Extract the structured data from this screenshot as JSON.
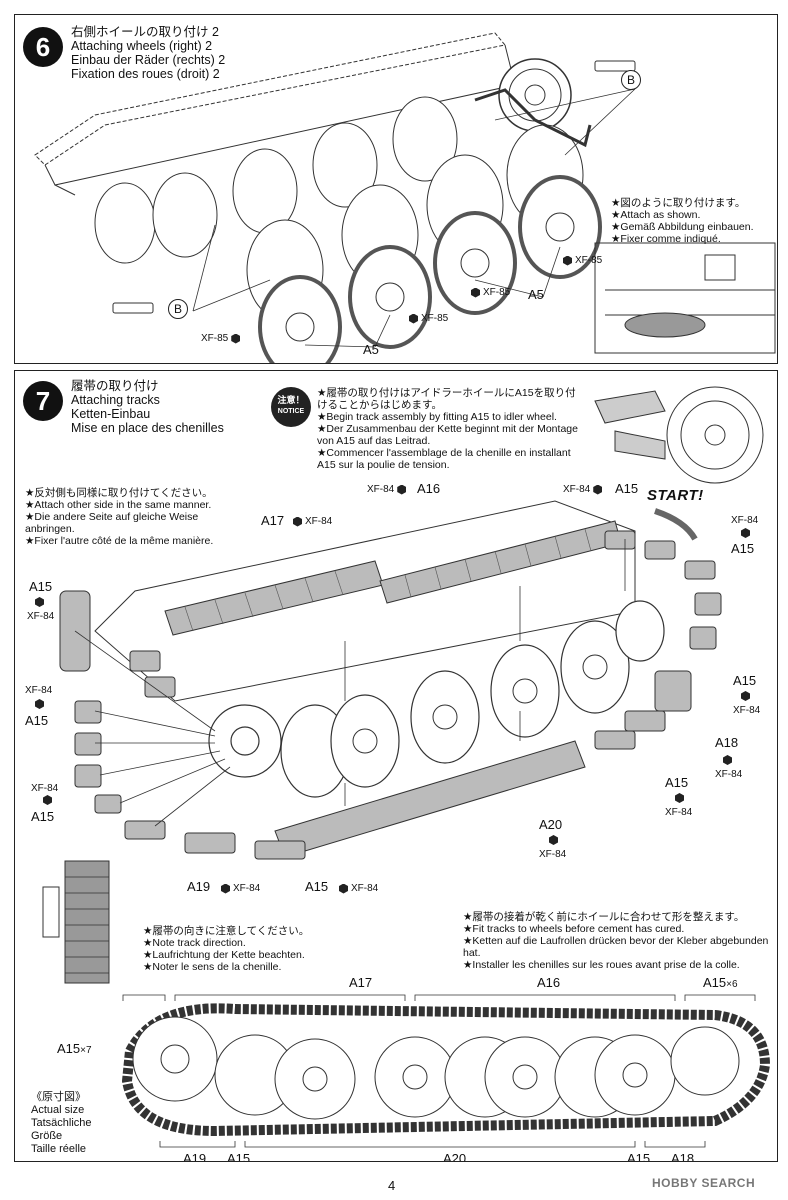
{
  "step6": {
    "number": "6",
    "title_jp": "右側ホイールの取り付け 2",
    "title_en": "Attaching wheels (right) 2",
    "title_de": "Einbau der Räder (rechts) 2",
    "title_fr": "Fixation des roues (droit) 2",
    "note_jp": "★図のように取り付けます。",
    "note_en": "★Attach as shown.",
    "note_de": "★Gemäß Abbildung einbauen.",
    "note_fr": "★Fixer comme indiqué.",
    "part_b": "B",
    "paint_xf85": "XF-85",
    "part_a5": "A5"
  },
  "step7": {
    "number": "7",
    "title_jp": "履帯の取り付け",
    "title_en": "Attaching tracks",
    "title_de": "Ketten-Einbau",
    "title_fr": "Mise en place des chenilles",
    "notice_jp": "注意！",
    "notice_en": "NOTICE",
    "notice_text_jp": "★履帯の取り付けはアイドラーホイールにA15を取り付けることからはじめます。",
    "notice_text_en": "★Begin track assembly by fitting A15 to idler wheel.",
    "notice_text_de": "★Der Zusammenbau der Kette beginnt mit der Montage von A15 auf das Leitrad.",
    "notice_text_fr": "★Commencer l'assemblage de la chenille en installant A15 sur la poulie de tension.",
    "other_side_jp": "★反対側も同様に取り付けてください。",
    "other_side_en": "★Attach other side in the same manner.",
    "other_side_de": "★Die andere Seite auf gleiche Weise anbringen.",
    "other_side_fr": "★Fixer l'autre côté de la même manière.",
    "start": "START!",
    "paint_xf84": "XF-84",
    "parts": {
      "a15": "A15",
      "a16": "A16",
      "a17": "A17",
      "a18": "A18",
      "a19": "A19",
      "a20": "A20"
    },
    "direction_jp": "★履帯の向きに注意してください。",
    "direction_en": "★Note track direction.",
    "direction_de": "★Laufrichtung der Kette beachten.",
    "direction_fr": "★Noter le sens de la chenille.",
    "fit_jp": "★履帯の接着が乾く前にホイールに合わせて形を整えます。",
    "fit_en": "★Fit tracks to wheels before cement has cured.",
    "fit_de": "★Ketten auf die Laufrollen drücken bevor der Kleber abgebunden hat.",
    "fit_fr": "★Installer les chenilles sur les roues avant prise de la colle.",
    "actual_jp": "《原寸図》",
    "actual_en": "Actual size",
    "actual_de": "Tatsächliche",
    "actual_de2": "Größe",
    "actual_fr": "Taille réelle",
    "a15x7": "A15",
    "x7": "×7",
    "a15x6": "A15",
    "x6": "×6"
  },
  "footer": {
    "page": "4",
    "brand": "HOBBY SEARCH"
  }
}
